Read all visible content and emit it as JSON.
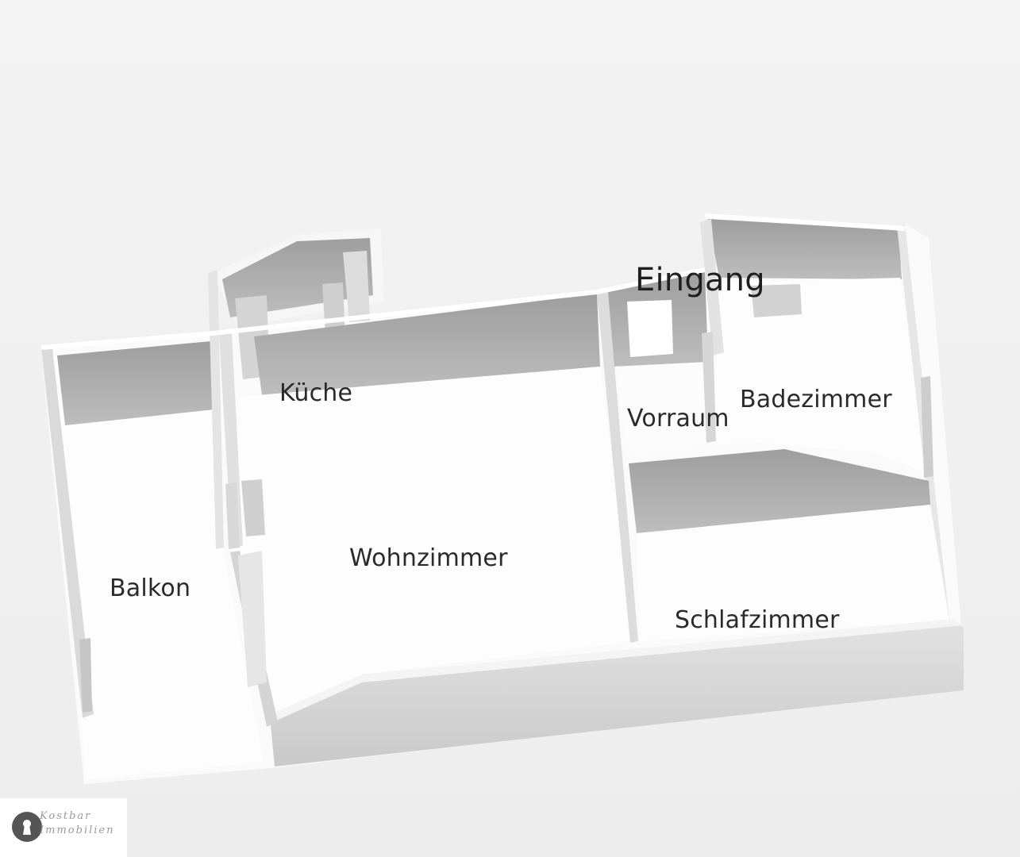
{
  "rooms": {
    "eingang": "Eingang",
    "kueche": "Küche",
    "badezimmer": "Badezimmer",
    "vorraum": "Vorraum",
    "wohnzimmer": "Wohnzimmer",
    "balkon": "Balkon",
    "schlafzimmer": "Schlafzimmer"
  },
  "logo": {
    "line1": "Kostbar",
    "line2": "Immobilien",
    "icon": "keyhole-icon"
  },
  "colors": {
    "floor": "#fbfbfb",
    "wall_top": "#ffffff",
    "wall_shadow": "#a9a9a9",
    "wall_side": "#d2d2d2",
    "label": "#2a2a2a"
  }
}
